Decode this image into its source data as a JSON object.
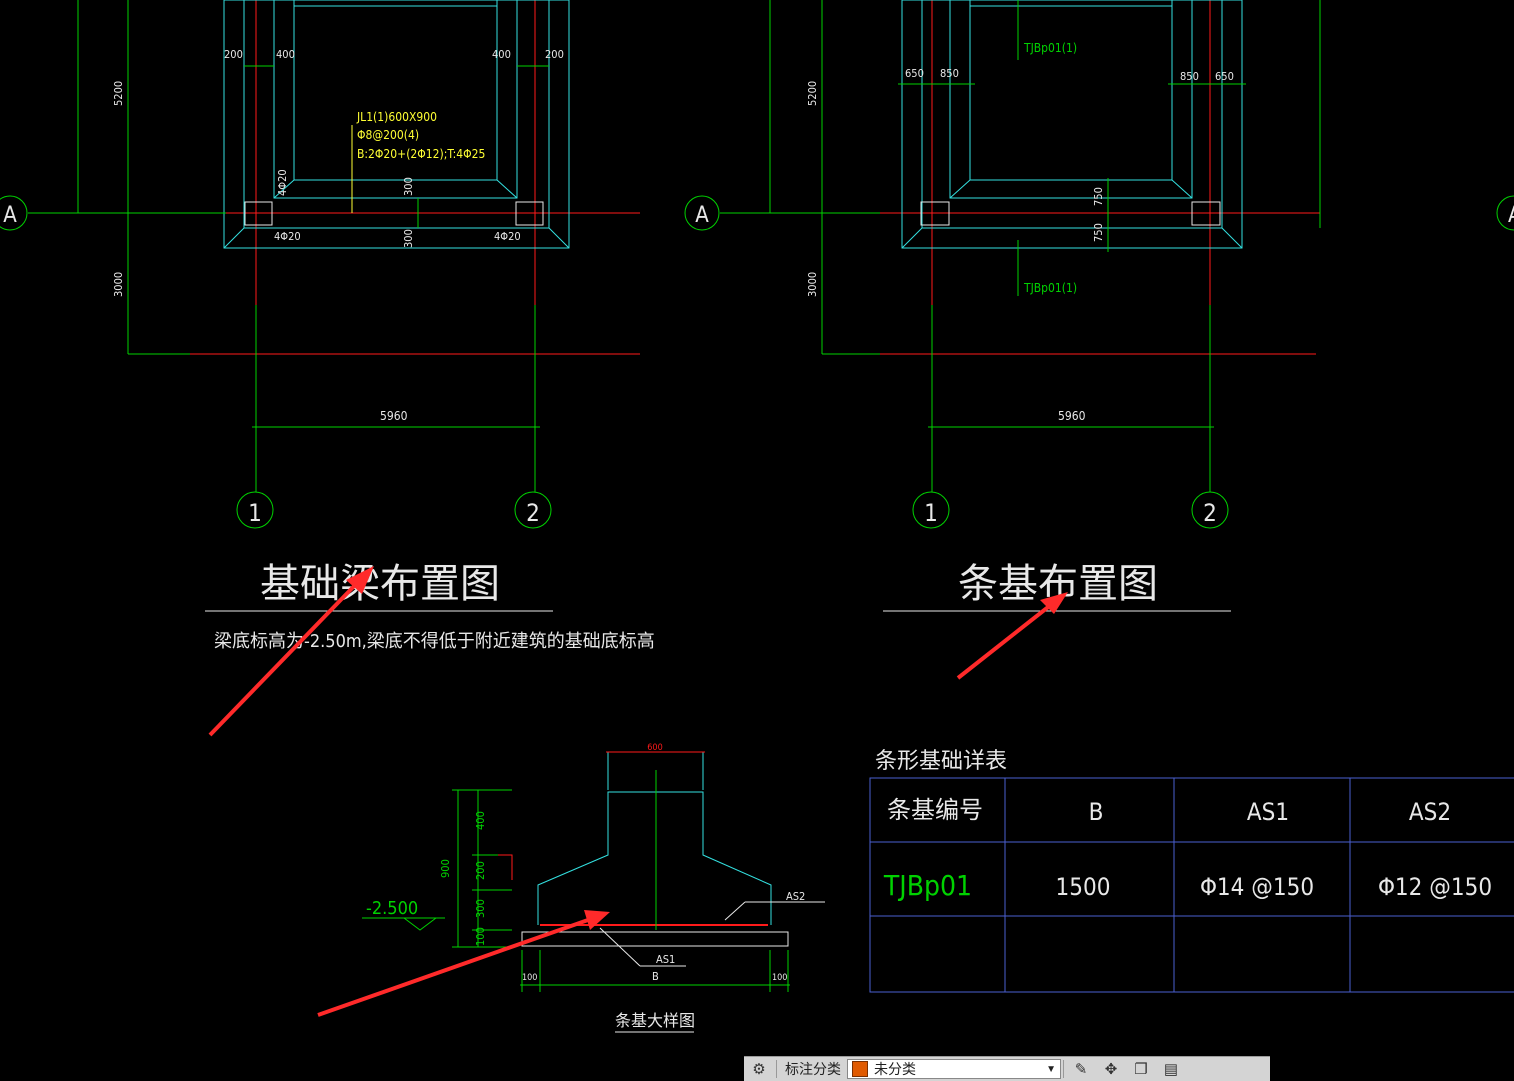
{
  "drawing": {
    "left_plan": {
      "title": "基础梁布置图",
      "note": "梁底标高为-2.50m,梁底不得低于附近建筑的基础底标高",
      "beam_label": [
        "JL1(1)600X900",
        "Φ8@200(4)",
        "B:2Φ20+(2Φ12);T:4Φ25"
      ],
      "dims": {
        "d5200": "5200",
        "d3000": "3000",
        "d5960": "5960",
        "d200": "200",
        "d400": "400",
        "d300": "300",
        "rebar_4phi20": "4Φ20"
      },
      "axes": {
        "a": "A",
        "one": "1",
        "two": "2"
      }
    },
    "right_plan": {
      "title": "条基布置图",
      "tag": "TJBp01(1)",
      "dims": {
        "d5200": "5200",
        "d3000": "3000",
        "d5960": "5960",
        "d650": "650",
        "d850": "850",
        "d750": "750"
      },
      "axes": {
        "a": "A",
        "one": "1",
        "two": "2"
      }
    },
    "section": {
      "title": "条基大样图",
      "top_width": "600",
      "heights": [
        "400",
        "200",
        "300",
        "100"
      ],
      "total": "900",
      "elevation": "-2.500",
      "as1": "AS1",
      "as2": "AS2",
      "b": "B",
      "side": "100"
    },
    "table": {
      "title": "条形基础详表",
      "headers": [
        "条基编号",
        "B",
        "AS1",
        "AS2"
      ],
      "rows": [
        [
          "TJBp01",
          "1500",
          "Φ14 @150",
          "Φ12 @150"
        ]
      ]
    }
  },
  "toolbar": {
    "label": "标注分类",
    "selected": "未分类",
    "swatch_color": "#e05a00"
  },
  "colors": {
    "green": "#00d200",
    "red": "#ff1a1a",
    "cyan": "#33e0e0",
    "yellow": "#ffff33",
    "white": "#e8e8e8",
    "blue_grid": "#4a5fd0"
  }
}
